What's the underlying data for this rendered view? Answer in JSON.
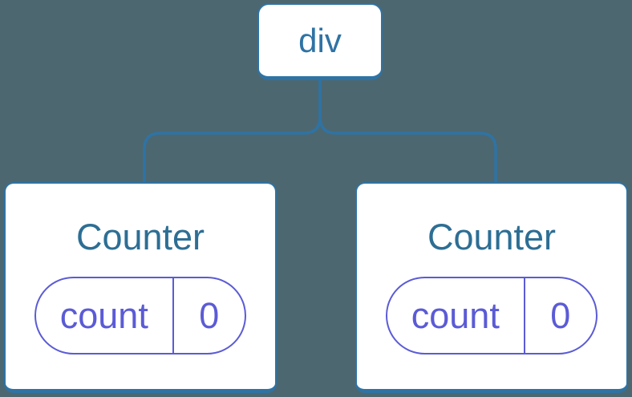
{
  "diagram": {
    "description": "Component tree diagram: a div root node with two Counter children, each holding count state of 0",
    "colors": {
      "background": "#4D6770",
      "line": "#2F73A4",
      "root_text": "#2F73A4",
      "card_title": "#2D6E94",
      "state_accent": "#5B5BD6",
      "card_background": "#FFFFFF"
    },
    "root": {
      "label": "div"
    },
    "children": [
      {
        "title": "Counter",
        "state": {
          "key": "count",
          "value": "0"
        }
      },
      {
        "title": "Counter",
        "state": {
          "key": "count",
          "value": "0"
        }
      }
    ]
  }
}
